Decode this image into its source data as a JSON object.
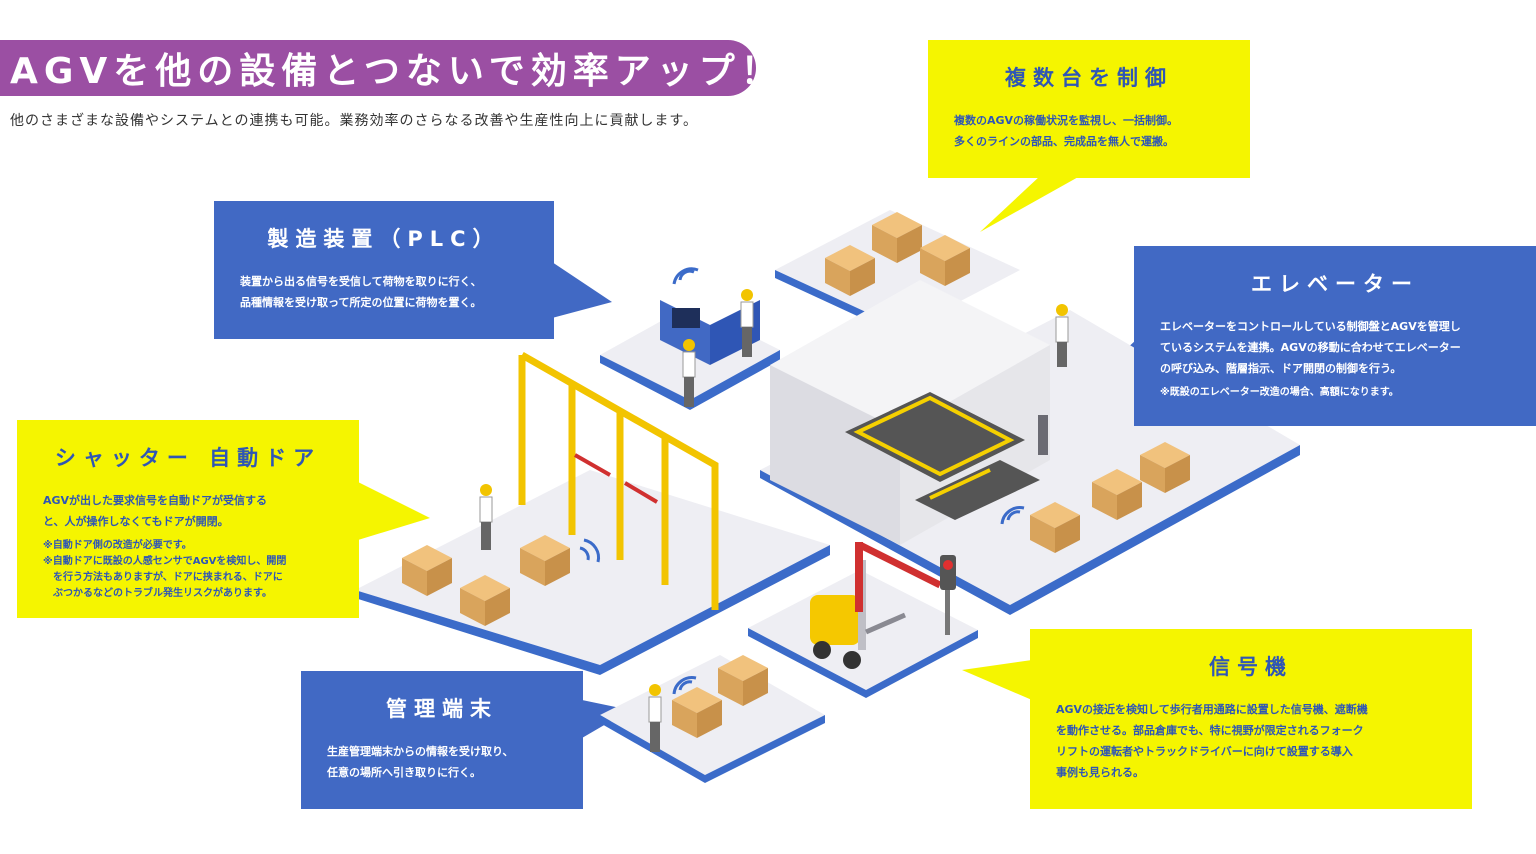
{
  "header": {
    "title": "AGVを他の設備とつないで効率アップ！",
    "subtitle": "他のさまざまな設備やシステムとの連携も可能。業務効率のさらなる改善や生産性向上に貢献します。"
  },
  "colors": {
    "purple": "#9b4fa3",
    "blue": "#4169c4",
    "yellow": "#f5f500",
    "text_blue": "#2f56b5"
  },
  "callouts": {
    "multi": {
      "title": "複数台を制御",
      "lines": [
        "複数のAGVの稼働状況を監視し、一括制御。",
        "多くのラインの部品、完成品を無人で運搬。"
      ]
    },
    "plc": {
      "title": "製造装置（PLC）",
      "lines": [
        "装置から出る信号を受信して荷物を取りに行く、",
        "品種情報を受け取って所定の位置に荷物を置く。"
      ]
    },
    "elevator": {
      "title": "エレベーター",
      "lines": [
        "エレベーターをコントロールしている制御盤とAGVを管理し",
        "ているシステムを連携。AGVの移動に合わせてエレベーター",
        "の呼び込み、階層指示、ドア開閉の制御を行う。"
      ],
      "note": "※既設のエレベーター改造の場合、高額になります。"
    },
    "shutter": {
      "title": "シャッター 自動ドア",
      "lines": [
        "AGVが出した要求信号を自動ドアが受信する",
        "と、人が操作しなくてもドアが開閉。"
      ],
      "notes": [
        "※自動ドア側の改造が必要です。",
        "※自動ドアに既設の人感センサでAGVを検知し、開閉",
        "　を行う方法もありますが、ドアに挟まれる、ドアに",
        "　ぶつかるなどのトラブル発生リスクがあります。"
      ]
    },
    "terminal": {
      "title": "管理端末",
      "lines": [
        "生産管理端末からの情報を受け取り、",
        "任意の場所へ引き取りに行く。"
      ]
    },
    "signal": {
      "title": "信号機",
      "lines": [
        "AGVの接近を検知して歩行者用通路に設置した信号機、遮断機",
        "を動作させる。部品倉庫でも、特に視野が限定されるフォーク",
        "リフトの運転者やトラックドライバーに向けて設置する導入",
        "事例も見られる。"
      ]
    }
  }
}
